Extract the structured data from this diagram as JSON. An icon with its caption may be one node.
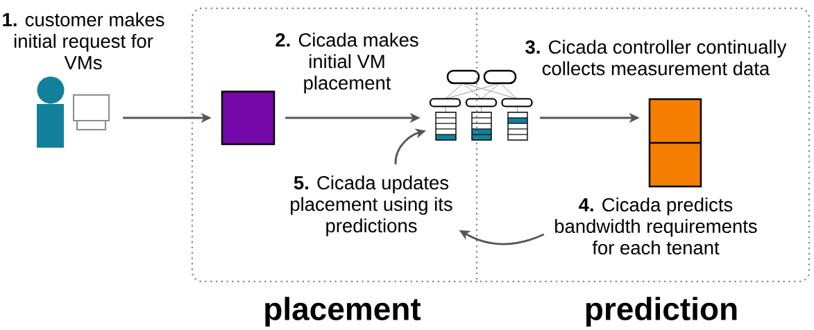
{
  "diagram": {
    "nodes": [
      {
        "text": [],
        "shape": "person",
        "beside": [
          "**1.** customer makes initial request for VMs"
        ]
      },
      {
        "text": [
          "placement"
        ]
      },
      {
        "text": [],
        "shape": "box",
        "in": 1
      },
      {
        "text": [],
        "shape": "picture"
      },
      {
        "text": [
          "**5.** Cicada updates placement using its predictions"
        ],
        "in": 1
      },
      {
        "text": [
          "prediction"
        ]
      },
      {
        "text": [],
        "shape": "box",
        "in": 5
      },
      {
        "text": [
          "**4.** Cicada predicts bandwidth requirements for each tenant"
        ],
        "in": 5
      }
    ],
    "edges": [
      {
        "from": 0,
        "to": 2,
        "arrow": "to"
      },
      {
        "from": 2,
        "to": 3,
        "arrow": "to",
        "label": "**2.** Cicada makes initial VM placement"
      },
      {
        "from": 3,
        "to": 6,
        "arrow": "to",
        "label": "**3.** Cicada controller continually collects measurement data"
      },
      {
        "from": 7,
        "to": 4,
        "arrow": "to"
      },
      {
        "from": 4,
        "to": 3,
        "arrow": "to"
      }
    ]
  }
}
